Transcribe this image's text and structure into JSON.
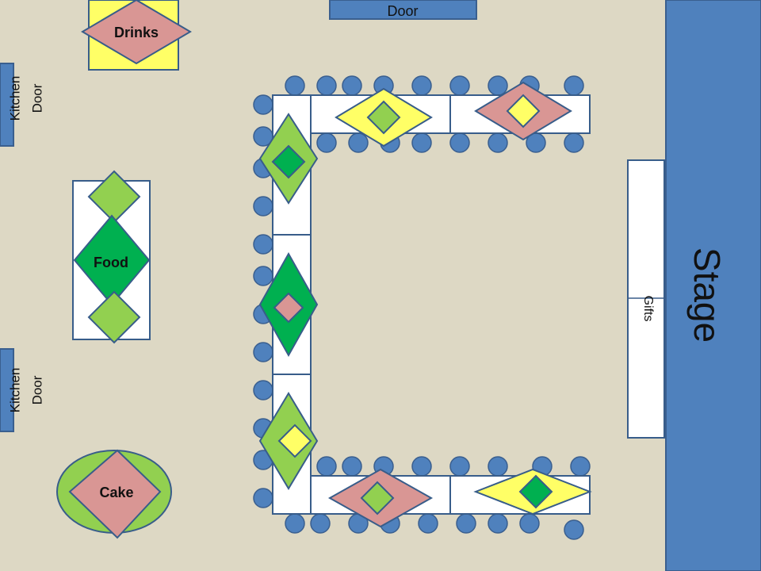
{
  "labels": {
    "stage": "Stage",
    "gifts": "Gifts",
    "door": "Door",
    "kitchen_door_top_line1": "Kitchen",
    "kitchen_door_top_line2": "Door",
    "kitchen_door_bottom_line1": "Kitchen",
    "kitchen_door_bottom_line2": "Door",
    "drinks": "Drinks",
    "food": "Food",
    "cake": "Cake"
  },
  "colors": {
    "background": "#ddd8c4",
    "blue": "#4f81bd",
    "blue_stroke": "#3a5f8f",
    "stroke": "#385d8a",
    "white": "#ffffff",
    "yellow": "#ffff66",
    "pink": "#d99694",
    "light_green": "#92d050",
    "dark_green": "#00b050"
  }
}
